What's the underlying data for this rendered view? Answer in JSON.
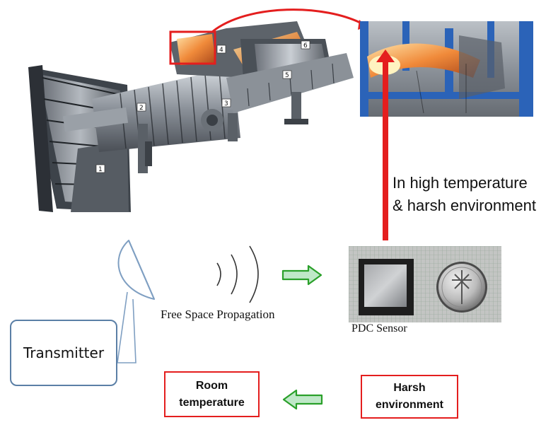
{
  "turbine": {
    "part_numbers": [
      "1",
      "2",
      "3",
      "4",
      "5",
      "6"
    ]
  },
  "labels": {
    "high_temp_line1": "In high temperature",
    "high_temp_line2": "& harsh environment",
    "free_space": "Free Space Propagation",
    "pdc_sensor": "PDC Sensor",
    "transmitter": "Transmitter",
    "room_temp_line1": "Room",
    "room_temp_line2": "temperature",
    "harsh_line1": "Harsh",
    "harsh_line2": "environment"
  },
  "colors": {
    "red_accent": "#e41e1e",
    "green_arrow_stroke": "#2aa02a",
    "green_arrow_fill": "#bfe8c8",
    "transmitter_border": "#5b7fa6",
    "dish_stroke": "#7f9fc2"
  }
}
